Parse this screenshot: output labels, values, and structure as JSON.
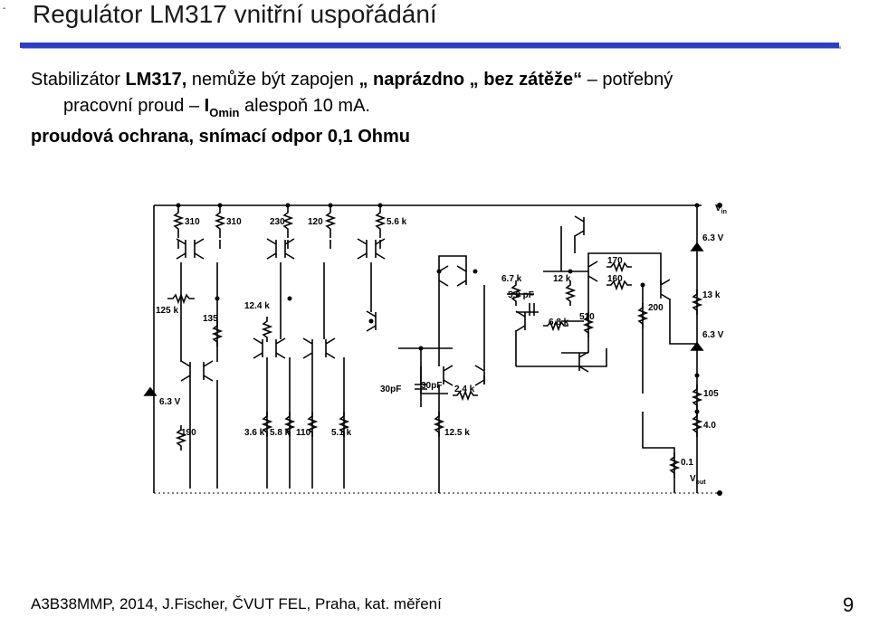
{
  "header": {
    "title": "Regulátor  LM317 vnitřní uspořádání"
  },
  "body": {
    "line1_a": "Stabilizátor ",
    "line1_b": "LM317,",
    "line1_c": " nemůže být zapojen ",
    "line1_d": "„ naprázdno „ bez zátěže“",
    "line1_e": " – potřebný",
    "line2_a": "pracovní proud – ",
    "line2_b": "I",
    "line2_sub": "Omin",
    "line2_c": " alespoň 10 mA.",
    "line3": "proudová ochrana, snímací odpor 0,1 Ohmu"
  },
  "schematic": {
    "labels": {
      "r310a": "310",
      "r310b": "310",
      "r230": "230",
      "r120": "120",
      "r5k6": "5.6 k",
      "r125k": "125 k",
      "r135": "135",
      "r12k4": "12.4 k",
      "z63a": "6.3 V",
      "r190": "190",
      "r3k6": "3.6 k",
      "r5k8": "5.8 k",
      "r110": "110",
      "r5k1": "5.1 k",
      "c30a": "30pF",
      "c30b": "30pF",
      "r2k4": "2.4 k",
      "r12k5": "12.5 k",
      "r6k7": "6.7 k",
      "c5pf": "5.0 pF",
      "r12k": "12 k",
      "r6k8": "6.8 k",
      "r510": "510",
      "r170": "170",
      "r160": "160",
      "r200": "200",
      "vin": "V",
      "vin_sub": "in",
      "z63b": "6.3 V",
      "r13k": "13 k",
      "z63c": "6.3 V",
      "r105": "105",
      "r4": "4.0",
      "r01": "0.1",
      "vout": "V",
      "vout_sub": "out"
    }
  },
  "footer": {
    "text": "A3B38MMP, 2014, J.Fischer,  ČVUT  FEL, Praha,  kat. měření",
    "page": "9"
  }
}
